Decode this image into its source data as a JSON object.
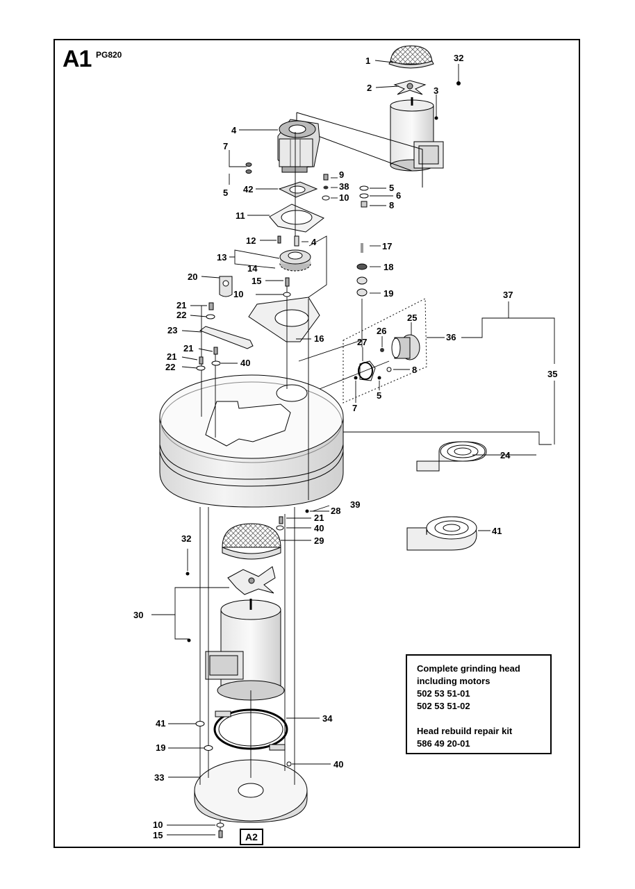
{
  "header": {
    "page_id": "A1",
    "model": "PG820"
  },
  "kit_box": {
    "line1": "Complete grinding head",
    "line2": "including motors",
    "line3": "502 53 51-01",
    "line4": "502 53 51-02",
    "line5": "Head rebuild repair kit",
    "line6": "586 49 20-01"
  },
  "reference": "A2",
  "callouts": {
    "c1": "1",
    "c2": "2",
    "c3": "3",
    "c4a": "4",
    "c4b": "4",
    "c5a": "5",
    "c5b": "5",
    "c5c": "5",
    "c6": "6",
    "c7a": "7",
    "c7b": "7",
    "c8a": "8",
    "c8b": "8",
    "c9": "9",
    "c10a": "10",
    "c10b": "10",
    "c10c": "10",
    "c11": "11",
    "c12": "12",
    "c13": "13",
    "c14": "14",
    "c15a": "15",
    "c15b": "15",
    "c16": "16",
    "c17": "17",
    "c18": "18",
    "c19a": "19",
    "c19b": "19",
    "c20": "20",
    "c21a": "21",
    "c21b": "21",
    "c21c": "21",
    "c21d": "21",
    "c22a": "22",
    "c22b": "22",
    "c23": "23",
    "c24": "24",
    "c25": "25",
    "c26": "26",
    "c27": "27",
    "c28": "28",
    "c29": "29",
    "c30": "30",
    "c32a": "32",
    "c32b": "32",
    "c33": "33",
    "c34": "34",
    "c35": "35",
    "c36": "36",
    "c37": "37",
    "c38": "38",
    "c39": "39",
    "c40a": "40",
    "c40b": "40",
    "c40c": "40",
    "c41a": "41",
    "c41b": "41",
    "c42": "42"
  }
}
